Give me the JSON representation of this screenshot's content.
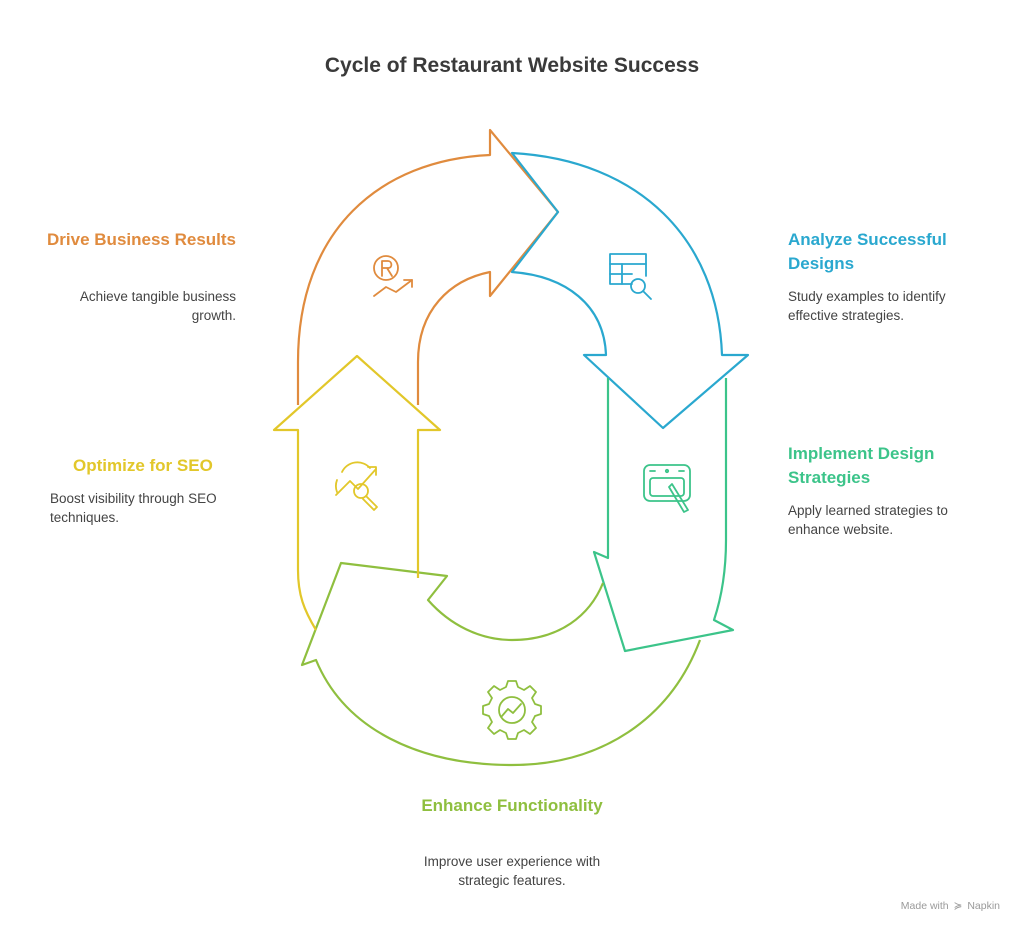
{
  "title": "Cycle of Restaurant Website Success",
  "colors": {
    "drive": "#e08b3e",
    "analyze": "#2aa8cf",
    "implement": "#3cc48a",
    "enhance": "#8fbf3f",
    "seo": "#e2c72a"
  },
  "steps": {
    "drive": {
      "title": "Drive Business Results",
      "description": "Achieve tangible business growth.",
      "icon": "revenue-growth-icon"
    },
    "analyze": {
      "title": "Analyze Successful Designs",
      "description": "Study examples to identify effective strategies.",
      "icon": "table-search-icon"
    },
    "implement": {
      "title": "Implement Design Strategies",
      "description": "Apply learned strategies to enhance website.",
      "icon": "drawing-tablet-icon"
    },
    "enhance": {
      "title": "Enhance Functionality",
      "description": "Improve user experience with strategic features.",
      "icon": "gear-chart-icon"
    },
    "seo": {
      "title": "Optimize for SEO",
      "description": "Boost visibility through SEO techniques.",
      "icon": "seo-growth-icon"
    }
  },
  "footer": {
    "made_with": "Made with",
    "brand": "Napkin"
  }
}
